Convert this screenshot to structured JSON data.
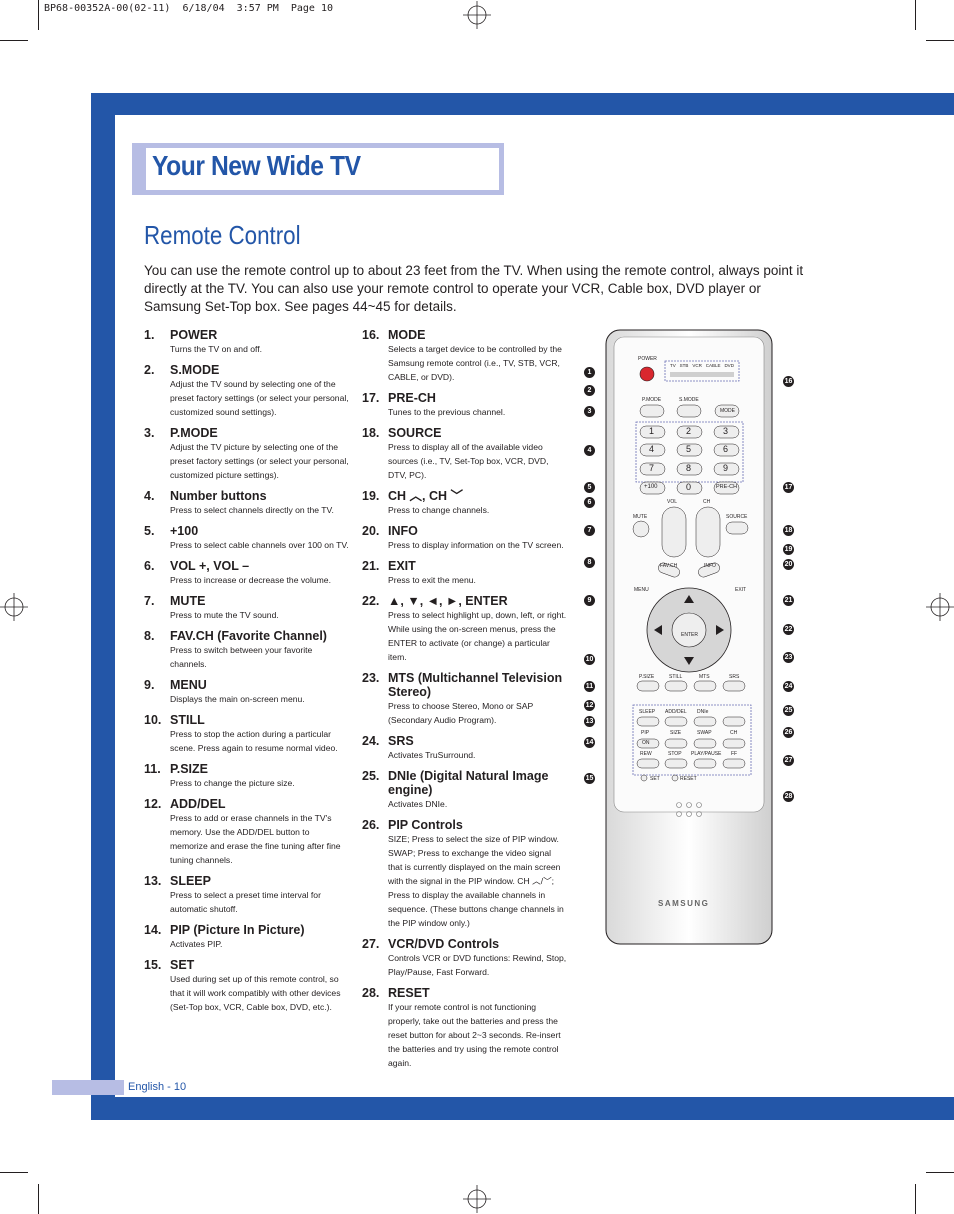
{
  "print_slug": "BP68-00352A-00(02-11)  6/18/04  3:57 PM  Page 10",
  "page_title": "Your New Wide TV",
  "section_title": "Remote Control",
  "intro": "You can use the remote control up to about 23 feet from the TV. When using the remote control, always point it directly at the TV. You can also use your remote control to operate your VCR, Cable box, DVD player or Samsung Set-Top box. See pages 44~45 for details.",
  "column1": [
    {
      "num": "1.",
      "title": "POWER",
      "desc": "Turns the TV on and off."
    },
    {
      "num": "2.",
      "title": "S.MODE",
      "desc": "Adjust the TV sound by selecting one of the preset factory settings (or select your personal, customized sound settings)."
    },
    {
      "num": "3.",
      "title": "P.MODE",
      "desc": "Adjust the TV picture by selecting one of the preset factory settings (or select your personal, customized picture settings)."
    },
    {
      "num": "4.",
      "title": "Number buttons",
      "desc": "Press to select channels directly on the TV."
    },
    {
      "num": "5.",
      "title": "+100",
      "desc": "Press to select cable channels over 100 on TV."
    },
    {
      "num": "6.",
      "title": "VOL +, VOL –",
      "desc": "Press to increase or decrease the volume."
    },
    {
      "num": "7.",
      "title": "MUTE",
      "desc": "Press to mute the TV sound."
    },
    {
      "num": "8.",
      "title": "FAV.CH (Favorite Channel)",
      "desc": "Press to switch between your favorite channels."
    },
    {
      "num": "9.",
      "title": "MENU",
      "desc": "Displays the main on-screen menu."
    },
    {
      "num": "10.",
      "title": "STILL",
      "desc": "Press to stop the action during a particular scene. Press again to resume normal video."
    },
    {
      "num": "11.",
      "title": "P.SIZE",
      "desc": "Press to change the picture size."
    },
    {
      "num": "12.",
      "title": "ADD/DEL",
      "desc": "Press to add or erase channels in the TV's memory. Use the ADD/DEL button to memorize and erase the fine tuning after fine tuning channels."
    },
    {
      "num": "13.",
      "title": "SLEEP",
      "desc": "Press to select a preset time interval for automatic shutoff."
    },
    {
      "num": "14.",
      "title": "PIP (Picture In Picture)",
      "desc": "Activates PIP."
    },
    {
      "num": "15.",
      "title": "SET",
      "desc": "Used during set up of this remote control, so that it will work compatibly with other devices (Set-Top box, VCR, Cable box, DVD, etc.)."
    }
  ],
  "column2": [
    {
      "num": "16.",
      "title": "MODE",
      "desc": "Selects a target device to be controlled by the Samsung remote control (i.e., TV, STB, VCR, CABLE, or DVD)."
    },
    {
      "num": "17.",
      "title": "PRE-CH",
      "desc": "Tunes to the previous channel."
    },
    {
      "num": "18.",
      "title": "SOURCE",
      "desc": "Press to display all of the available video sources (i.e., TV, Set-Top box, VCR, DVD, DTV, PC)."
    },
    {
      "num": "19.",
      "title": "CH ︿, CH ﹀",
      "desc": "Press to change channels."
    },
    {
      "num": "20.",
      "title": "INFO",
      "desc": "Press to display information on the TV screen."
    },
    {
      "num": "21.",
      "title": "EXIT",
      "desc": "Press to exit the menu."
    },
    {
      "num": "22.",
      "title": "▲, ▼, ◄, ►, ENTER",
      "desc": "Press to select highlight up, down, left, or right. While using the on-screen menus, press the ENTER to activate (or change) a particular item."
    },
    {
      "num": "23.",
      "title": "MTS (Multichannel Television Stereo)",
      "desc": "Press to choose Stereo, Mono or SAP (Secondary Audio Program)."
    },
    {
      "num": "24.",
      "title": "SRS",
      "desc": "Activates TruSurround."
    },
    {
      "num": "25.",
      "title": "DNIe (Digital Natural Image engine)",
      "desc": "Activates DNIe."
    },
    {
      "num": "26.",
      "title": "PIP Controls",
      "desc": "SIZE; Press to select the size of PIP window. SWAP; Press to exchange the video signal that is currently displayed on the main screen with the signal in the PIP window. CH ︿/﹀; Press to display the available channels in sequence. (These buttons change channels in the PIP window only.)"
    },
    {
      "num": "27.",
      "title": "VCR/DVD Controls",
      "desc": "Controls VCR or DVD functions: Rewind, Stop, Play/Pause, Fast Forward."
    },
    {
      "num": "28.",
      "title": "RESET",
      "desc": "If your remote control is not functioning properly, take out the batteries and press the reset button for about 2~3 seconds. Re-insert the batteries and try using the remote control again."
    }
  ],
  "footer": "English - 10",
  "remote": {
    "power": "POWER",
    "modes": [
      "TV",
      "STB",
      "VCR",
      "CABLE",
      "DVD"
    ],
    "pmode": "P.MODE",
    "smode": "S.MODE",
    "mode": "MODE",
    "digits": [
      "1",
      "2",
      "3",
      "4",
      "5",
      "6",
      "7",
      "8",
      "9"
    ],
    "plus100": "+100",
    "zero": "0",
    "prech": "PRE-CH",
    "vol": "VOL",
    "ch": "CH",
    "mute": "MUTE",
    "source": "SOURCE",
    "favch": "FAV.CH",
    "info": "INFO",
    "menu": "MENU",
    "exit": "EXIT",
    "enter": "ENTER",
    "psize": "P.SIZE",
    "still": "STILL",
    "mts": "MTS",
    "srs": "SRS",
    "sleep": "SLEEP",
    "adddel": "ADD/DEL",
    "dnie": "DNIe",
    "pip": "PIP",
    "size": "SIZE",
    "swap": "SWAP",
    "on": "ON",
    "rew": "REW",
    "stop": "STOP",
    "playpause": "PLAY/PAUSE",
    "ff": "FF",
    "set": "SET",
    "reset": "RESET",
    "brand": "SAMSUNG",
    "callouts_left": [
      "1",
      "2",
      "3",
      "4",
      "5",
      "6",
      "7",
      "8",
      "9",
      "10",
      "11",
      "12",
      "13",
      "14",
      "15"
    ],
    "callouts_right": [
      "16",
      "17",
      "18",
      "19",
      "20",
      "21",
      "22",
      "23",
      "24",
      "25",
      "26",
      "27",
      "28"
    ]
  },
  "colors": {
    "accent_blue": "#2356a8",
    "band_lavender": "#b7bde4",
    "power_red": "#d9272e"
  }
}
